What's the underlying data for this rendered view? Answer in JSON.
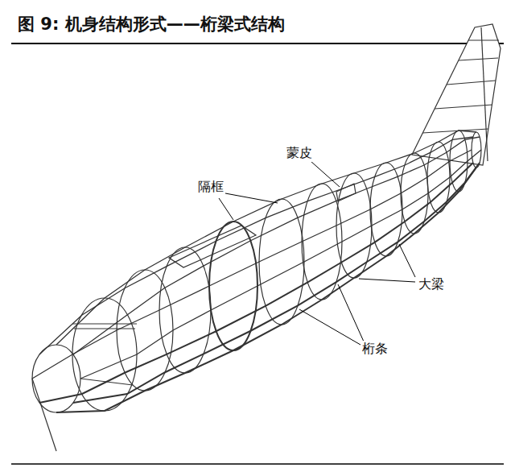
{
  "diagram": {
    "title": "图 9: 机身结构形式——桁梁式结构",
    "labels": [
      "蒙皮",
      "隔框",
      "大梁",
      "桁条"
    ]
  }
}
